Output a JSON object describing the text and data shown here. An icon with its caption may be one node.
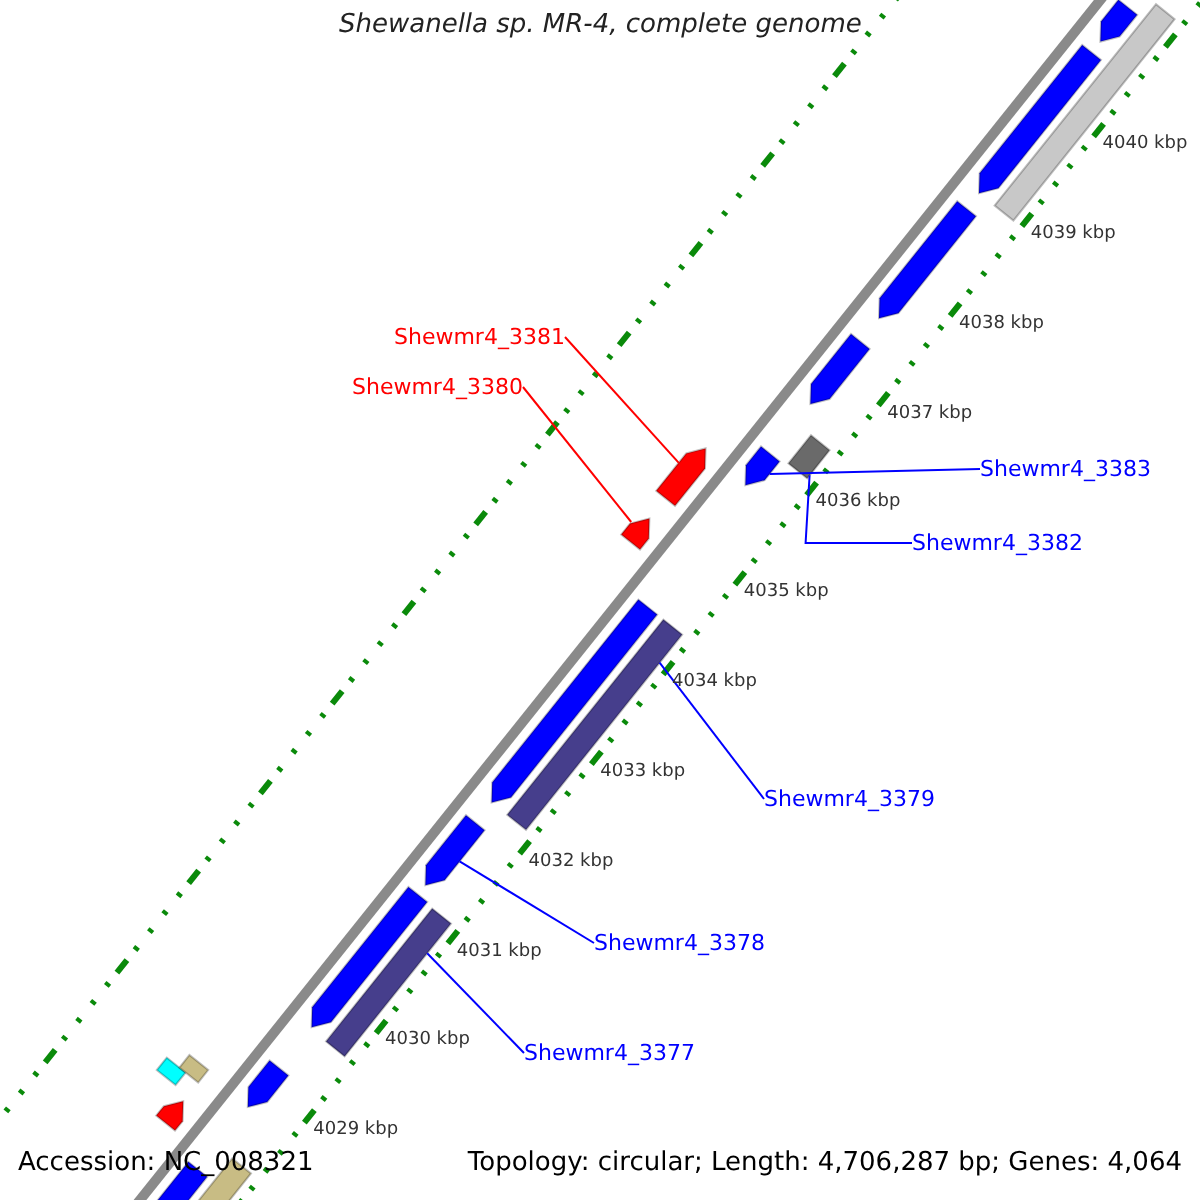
{
  "diagram": {
    "title": "Shewanella sp. MR-4, complete genome",
    "nodes": [
      {
        "text": [
          "Shewmr4_3381"
        ]
      },
      {
        "text": [
          "Shewmr4_3380"
        ]
      },
      {
        "text": [
          "Shewmr4_3383"
        ]
      },
      {
        "text": [
          "Shewmr4_3382"
        ]
      },
      {
        "text": [
          "Shewmr4_3379"
        ]
      },
      {
        "text": [
          "Shewmr4_3378"
        ]
      },
      {
        "text": [
          "Shewmr4_3377"
        ]
      },
      {
        "text": [],
        "shape": "arrow"
      },
      {
        "text": [],
        "shape": "bar"
      },
      {
        "text": [],
        "shape": "arrow"
      },
      {
        "text": [],
        "shape": "arrow"
      },
      {
        "text": [],
        "shape": "arrow"
      },
      {
        "text": [],
        "shape": "bar"
      },
      {
        "text": [],
        "shape": "arrow"
      },
      {
        "text": [],
        "shape": "arrow"
      },
      {
        "text": [],
        "shape": "arrow"
      },
      {
        "text": [],
        "shape": "arrow"
      },
      {
        "text": [],
        "shape": "bar"
      },
      {
        "text": [],
        "shape": "arrow"
      },
      {
        "text": [],
        "shape": "arrow"
      },
      {
        "text": [],
        "shape": "bar"
      },
      {
        "text": [],
        "shape": "arrow"
      },
      {
        "text": [],
        "shape": "bar"
      },
      {
        "text": [],
        "shape": "bar"
      },
      {
        "text": [],
        "shape": "arrow"
      },
      {
        "text": [],
        "shape": "arrow"
      },
      {
        "text": [],
        "shape": "bar"
      }
    ],
    "edges": [
      {
        "from": 0,
        "to": 14,
        "arrow": "none",
        "color": "#ff0000"
      },
      {
        "from": 1,
        "to": 15,
        "arrow": "none",
        "color": "#ff0000"
      },
      {
        "from": 2,
        "to": 13,
        "arrow": "none"
      },
      {
        "from": 3,
        "to": 12,
        "arrow": "none"
      },
      {
        "from": 4,
        "to": 17,
        "arrow": "none"
      },
      {
        "from": 5,
        "to": 18,
        "arrow": "none"
      },
      {
        "from": 6,
        "to": 20,
        "arrow": "none"
      }
    ],
    "labels": [
      "4040 kbp",
      "4039 kbp",
      "4038 kbp",
      "4037 kbp",
      "4036 kbp",
      "4035 kbp",
      "4034 kbp",
      "4033 kbp",
      "4032 kbp",
      "4031 kbp",
      "4030 kbp",
      "4029 kbp",
      "Accession: NC_008321",
      "Topology: circular; Length: 4,706,287 bp; Genes: 4,064"
    ]
  }
}
